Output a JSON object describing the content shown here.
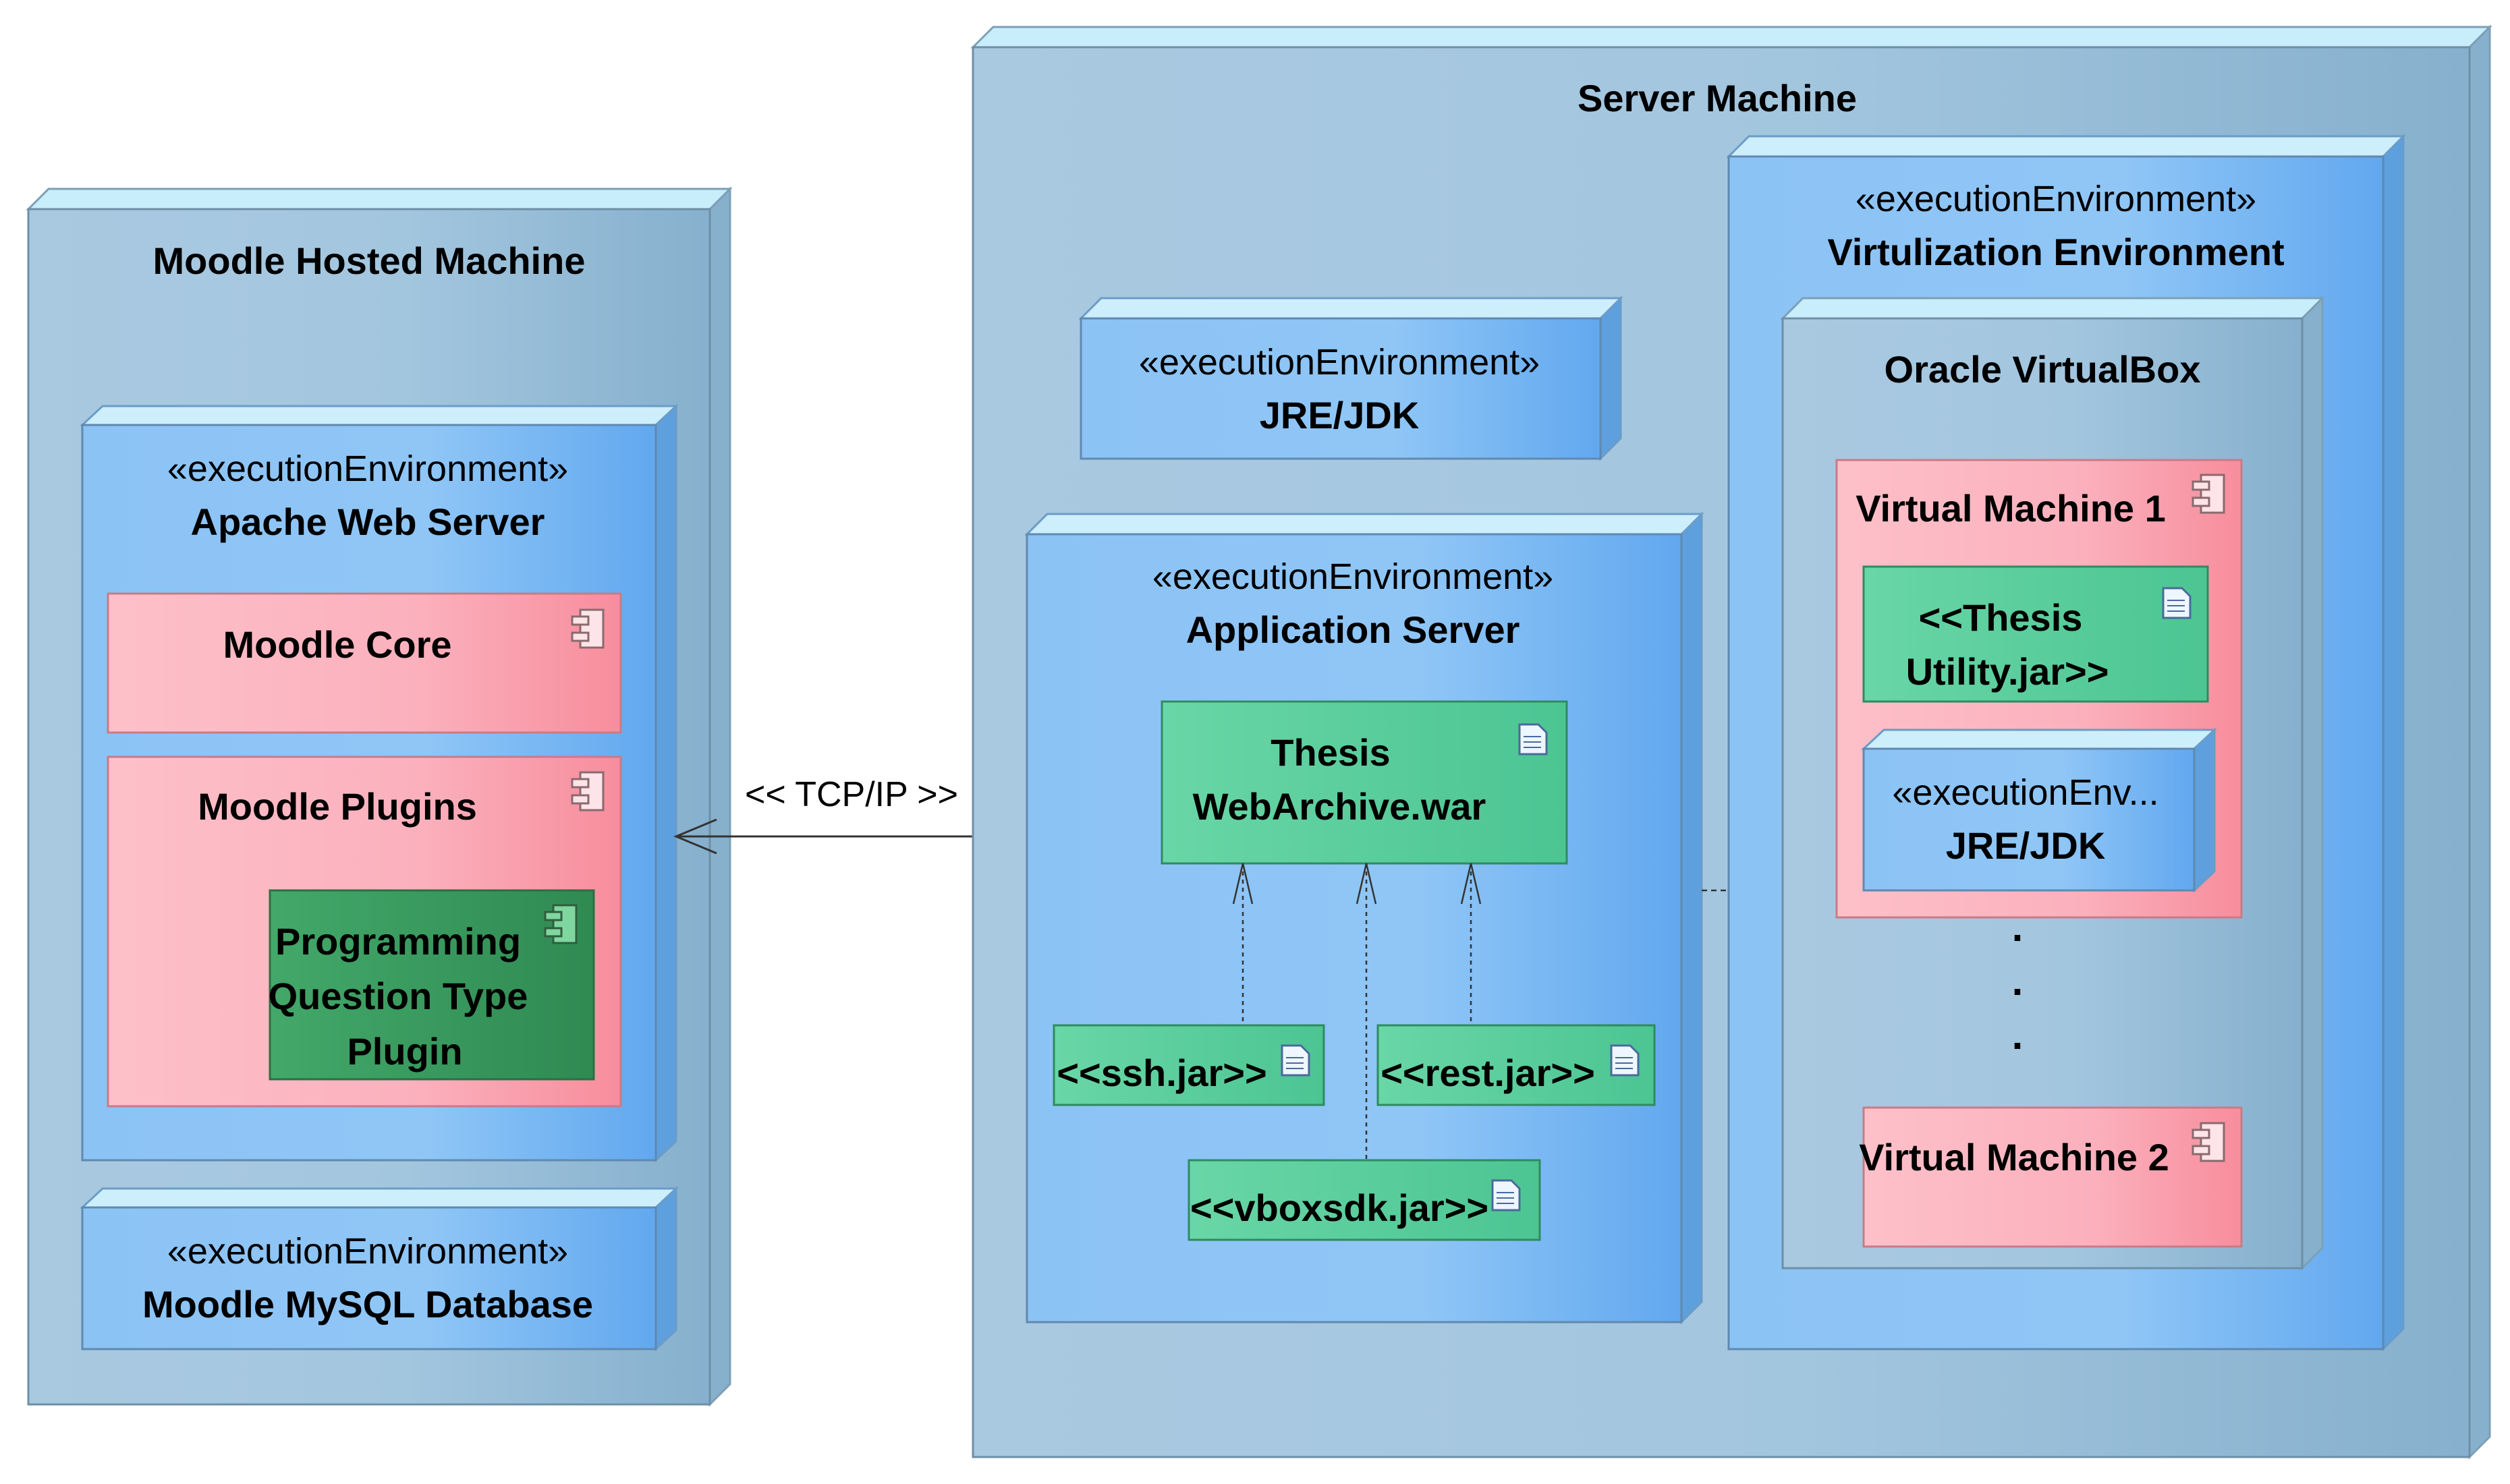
{
  "colors": {
    "node_face": "#9fc3dc",
    "node_side": "#7fa9c6",
    "node_top": "#c6eefb",
    "env_face": "#86bff3",
    "env_side": "#5fa1df",
    "env_top": "#c9ecfb",
    "component_fill": "#fcaeb9",
    "artifact_fill": "#5bcf9c",
    "plugin_fill": "#3a9a5e",
    "border": "#6b8ea8"
  },
  "nodes": {
    "moodle_machine": {
      "title": "Moodle Hosted Machine"
    },
    "server_machine": {
      "title": "Server Machine"
    },
    "apache": {
      "stereotype": "«executionEnvironment»",
      "title": "Apache Web Server"
    },
    "mysql": {
      "stereotype": "«executionEnvironment»",
      "title": "Moodle MySQL Database"
    },
    "jre": {
      "stereotype": "«executionEnvironment»",
      "title": "JRE/JDK"
    },
    "app_server": {
      "stereotype": "«executionEnvironment»",
      "title": "Application Server"
    },
    "virtualization": {
      "stereotype": "«executionEnvironment»",
      "title": "Virtulization Environment"
    },
    "virtualbox": {
      "title": "Oracle VirtualBox"
    },
    "vm_jre": {
      "stereotype": "«executionEnv...",
      "title": "JRE/JDK"
    }
  },
  "components": {
    "moodle_core": "Moodle Core",
    "moodle_plugins": "Moodle Plugins",
    "plugin_lines": [
      "Programming",
      "Question Type",
      "Plugin"
    ],
    "vm1": "Virtual Machine 1",
    "vm2": "Virtual Machine 2"
  },
  "artifacts": {
    "war_lines": [
      "Thesis",
      "WebArchive.war"
    ],
    "ssh": "<<ssh.jar>>",
    "rest": "<<rest.jar>>",
    "vboxsdk": "<<vboxsdk.jar>>",
    "utility_lines": [
      "<<Thesis",
      "Utility.jar>>"
    ]
  },
  "connectors": {
    "tcp_label": "<< TCP/IP >>"
  },
  "ellipsis": "."
}
